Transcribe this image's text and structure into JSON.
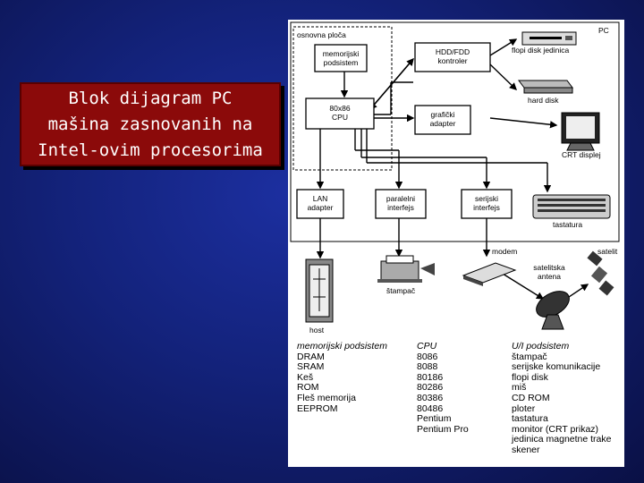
{
  "slide": {
    "title": "Blok dijagram PC\nmašina zasnovanih na\nIntel-ovim procesorima"
  },
  "figure": {
    "pc_label": "PC",
    "motherboard_label": "osnovna ploča",
    "memory_subsystem": "memorijski\npodsistem",
    "cpu": "80x86\nCPU",
    "hdd_controller": "HDD/FDD\nkontroler",
    "graphics_adapter": "grafički\nadapter",
    "lan_adapter": "LAN\nadapter",
    "parallel_interface": "paralelni\ninterfejs",
    "serial_interface": "serijski\ninterfejs",
    "floppy_drive": "flopi disk jedinica",
    "hard_disk": "hard disk",
    "crt_display": "CRT displej",
    "keyboard": "tastatura",
    "host": "host",
    "printer": "štampač",
    "modem": "modem",
    "satellite_antenna": "satelitska\nantena",
    "satellite": "satelit"
  },
  "lists": {
    "memory": {
      "heading": "memorijski podsistem",
      "items": [
        "DRAM",
        "SRAM",
        "Keš",
        "ROM",
        "Fleš memorija",
        "EEPROM"
      ]
    },
    "cpu": {
      "heading": "CPU",
      "items": [
        "8086",
        "8088",
        "80186",
        "80286",
        "80386",
        "80486",
        "Pentium",
        "Pentium Pro"
      ]
    },
    "io": {
      "heading": "U/I podsistem",
      "items": [
        "štampač",
        "serijske komunikacije",
        "flopi disk",
        "miš",
        "CD ROM",
        "ploter",
        "tastatura",
        "monitor (CRT prikaz)",
        "jedinica magnetne trake",
        "skener"
      ]
    }
  },
  "colors": {
    "background": "#13227a",
    "title_box": "#8b0a0a",
    "title_text": "#ffffff"
  }
}
